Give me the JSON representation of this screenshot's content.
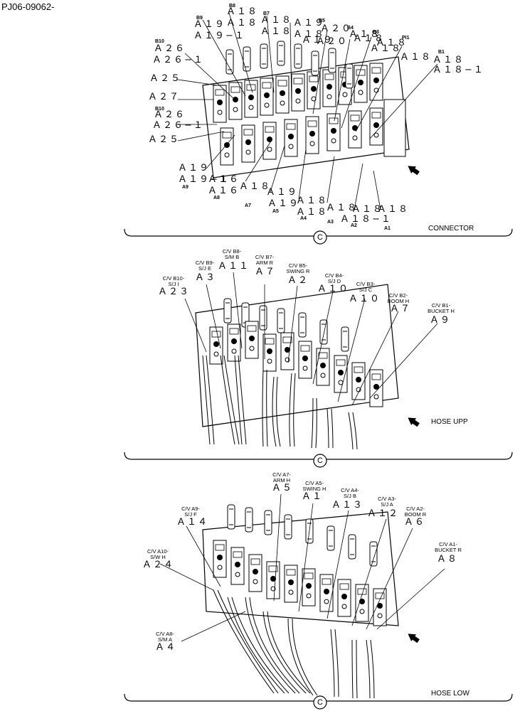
{
  "doc_id": "PJ06-09062-",
  "sections": [
    {
      "title": "CONNECTOR",
      "circle": "C",
      "tags": [
        "B8",
        "B9",
        "B7",
        "B5",
        "B4",
        "B3",
        "PI1",
        "B1",
        "B10",
        "B10",
        "A9",
        "A8",
        "A7",
        "A5",
        "A4",
        "A3",
        "A2",
        "A1"
      ],
      "codes": [
        "Ａ１８",
        "Ａ１９",
        "Ａ１８",
        "Ａ１８",
        "Ａ１９",
        "Ａ１９−１",
        "Ａ１８",
        "Ａ１８",
        "Ａ２０",
        "Ａ１８",
        "Ａ１９",
        "Ａ１８",
        "Ａ２０",
        "Ａ１８",
        "Ａ１８",
        "Ａ１８",
        "Ａ１８",
        "Ａ１８−１",
        "Ａ２６",
        "Ａ２６−１",
        "Ａ２５",
        "Ａ２７",
        "Ａ２６",
        "Ａ２６−１",
        "Ａ２５",
        "Ａ１９",
        "Ａ１９−１",
        "Ａ１６",
        "Ａ１６",
        "Ａ１８",
        "Ａ１９",
        "Ａ１９",
        "Ａ１８",
        "Ａ１８",
        "Ａ１８",
        "Ａ１８",
        "Ａ１８",
        "Ａ１８−１"
      ]
    },
    {
      "title": "HOSE UPP",
      "circle": "C",
      "labels": [
        {
          "t1": "C/V B10-",
          "t2": "S/J I",
          "code": "Ａ２３"
        },
        {
          "t1": "C/V B9-",
          "t2": "S/J E",
          "code": "Ａ３"
        },
        {
          "t1": "C/V B8-",
          "t2": "S/M B",
          "code": "Ａ１１"
        },
        {
          "t1": "C/V B7-",
          "t2": "ARM R",
          "code": "Ａ７"
        },
        {
          "t1": "C/V B5-",
          "t2": "SWING R",
          "code": "Ａ２"
        },
        {
          "t1": "C/V B4-",
          "t2": "S/J D",
          "code": "Ａ１０"
        },
        {
          "t1": "C/V B3-",
          "t2": "S/J C",
          "code": "Ａ１０"
        },
        {
          "t1": "C/V B2-",
          "t2": "BOOM H",
          "code": "Ａ７"
        },
        {
          "t1": "C/V B1-",
          "t2": "BUCKET H",
          "code": "Ａ９"
        }
      ]
    },
    {
      "title": "HOSE LOW",
      "circle": "C",
      "labels": [
        {
          "t1": "C/V A7-",
          "t2": "ARM H",
          "code": "Ａ５"
        },
        {
          "t1": "C/V A5-",
          "t2": "SWING H",
          "code": "Ａ１"
        },
        {
          "t1": "C/V A4-",
          "t2": "S/J B",
          "code": "Ａ１３"
        },
        {
          "t1": "C/V A3-",
          "t2": "S/J A",
          "code": "Ａ１２"
        },
        {
          "t1": "C/V A2-",
          "t2": "BOOM R",
          "code": "Ａ６"
        },
        {
          "t1": "C/V A9-",
          "t2": "S/J F",
          "code": "Ａ１４"
        },
        {
          "t1": "C/V A10-",
          "t2": "S/W H",
          "code": "Ａ２４"
        },
        {
          "t1": "C/V A1-",
          "t2": "BUCKET R",
          "code": "Ａ８"
        },
        {
          "t1": "C/V A8-",
          "t2": "S/M A",
          "code": "Ａ４"
        }
      ]
    }
  ],
  "icons": [
    "arrow-icon",
    "circle-c-icon"
  ]
}
